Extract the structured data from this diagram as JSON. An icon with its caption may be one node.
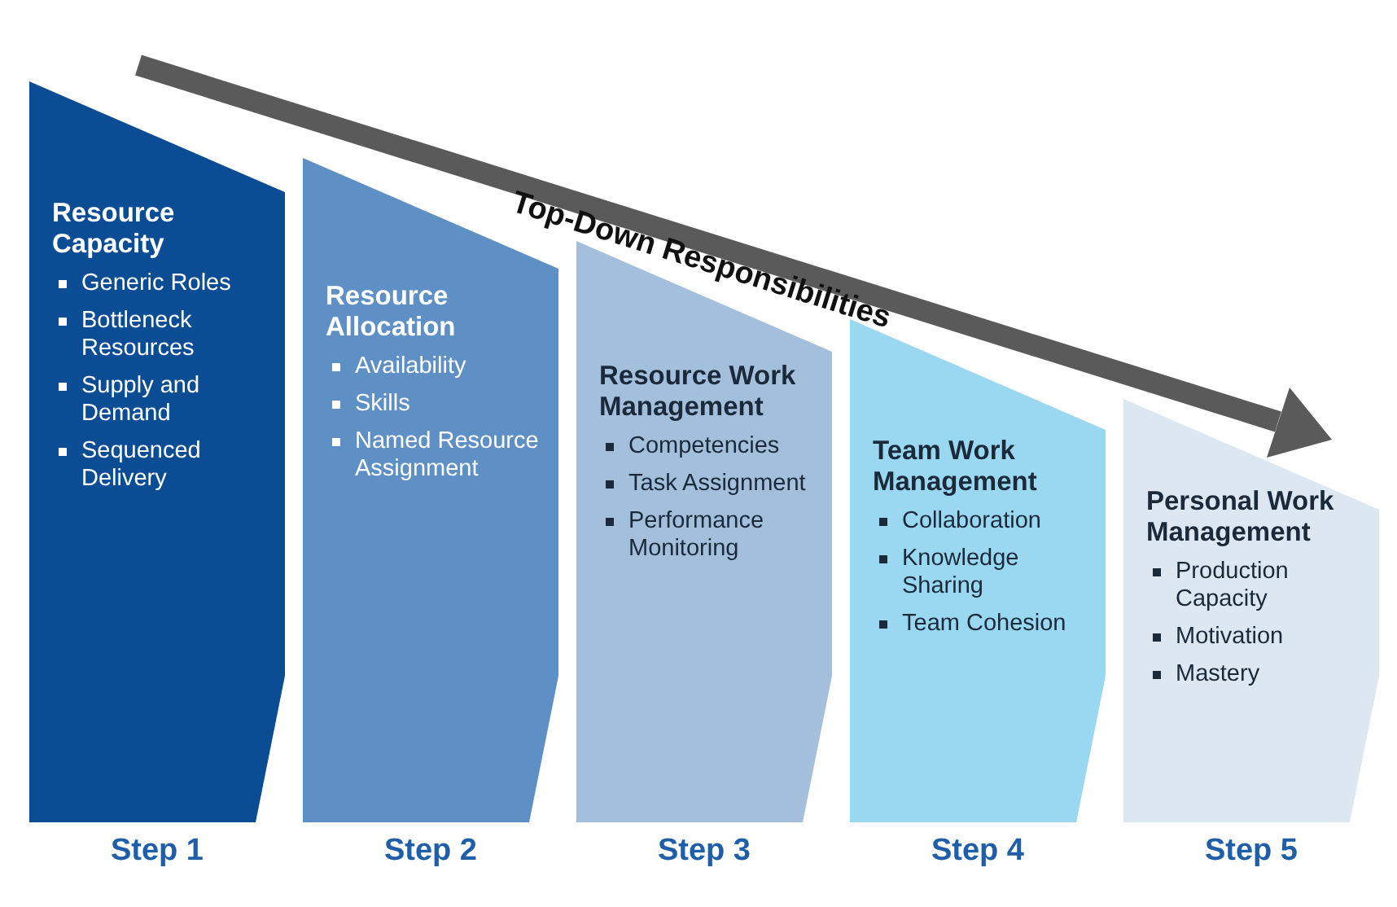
{
  "diagram": {
    "nodes": [
      {
        "text": [
          "Resource Capacity",
          "Generic Roles",
          "Bottleneck Resources",
          "Supply and Demand",
          "Sequenced Delivery"
        ],
        "beside": [
          "Step 1"
        ]
      },
      {
        "text": [
          "Resource Allocation",
          "Availability",
          "Skills",
          "Named Resource Assignment"
        ],
        "beside": [
          "Step 2"
        ]
      },
      {
        "text": [
          "Resource Work Management",
          "Competencies",
          "Task Assignment",
          "Performance Monitoring"
        ],
        "beside": [
          "Step 3"
        ]
      },
      {
        "text": [
          "Team Work Management",
          "Collaboration",
          "Knowledge Sharing",
          "Team Cohesion"
        ],
        "beside": [
          "Step 4"
        ]
      },
      {
        "text": [
          "Personal Work Management",
          "Production Capacity",
          "Motivation",
          "Mastery"
        ],
        "beside": [
          "Step 5"
        ]
      }
    ],
    "labels": [
      "Top-Down Responsibilities"
    ]
  }
}
